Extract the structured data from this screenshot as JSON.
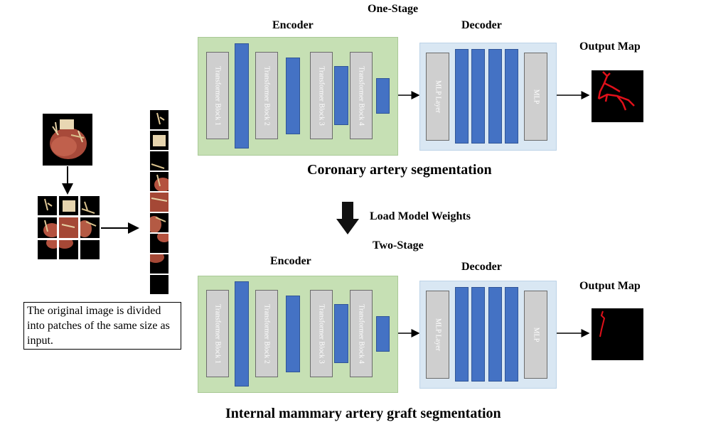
{
  "top": {
    "stage_label": "One-Stage",
    "encoder_label": "Encoder",
    "decoder_label": "Decoder",
    "output_label": "Output Map",
    "encoder_blocks": [
      "Transformer Block 1",
      "Transformer Block 2",
      "Transformer Block 3",
      "Transformer Block 4"
    ],
    "decoder_first": "MLP Layer",
    "decoder_last": "MLP",
    "task_title": "Coronary artery segmentation"
  },
  "transfer": {
    "label": "Load Model Weights"
  },
  "bottom": {
    "stage_label": "Two-Stage",
    "encoder_label": "Encoder",
    "decoder_label": "Decoder",
    "output_label": "Output Map",
    "encoder_blocks": [
      "Transformer Block 1",
      "Transformer Block 2",
      "Transformer Block 3",
      "Transformer Block 4"
    ],
    "decoder_first": "MLP Layer",
    "decoder_last": "MLP",
    "task_title": "Internal mammary artery graft segmentation"
  },
  "input": {
    "note": "The original image is divided into patches of the same size as input."
  },
  "colors": {
    "encoder_bg": "#c6e0b4",
    "decoder_bg": "#d9e7f3",
    "blue_feature": "#4472c4",
    "transformer_block": "#cfcfcf",
    "vessel_red": "#e0101a"
  }
}
